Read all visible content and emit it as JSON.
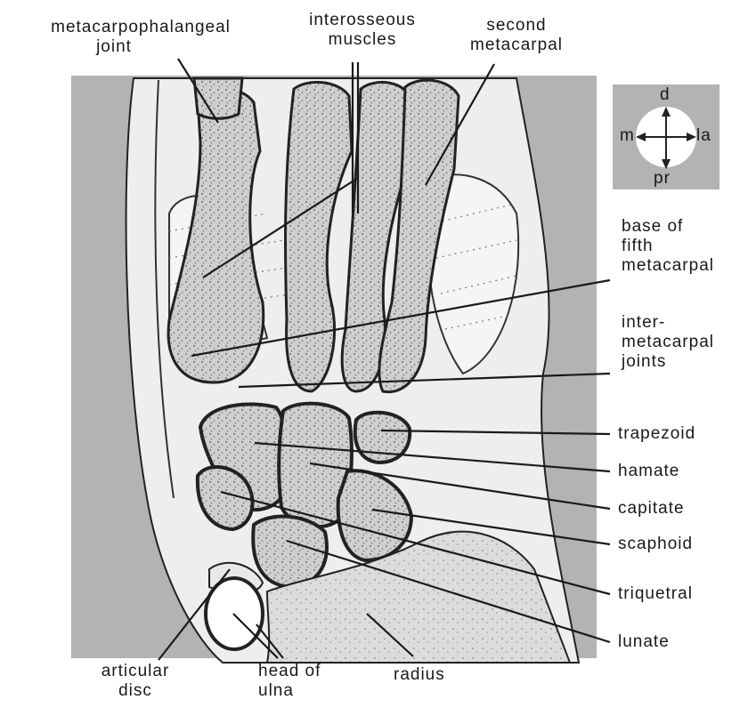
{
  "labels": {
    "mcp_joint_line1": "metacarpophalangeal",
    "mcp_joint_line2": "joint",
    "interosseous_line1": "interosseous",
    "interosseous_line2": "muscles",
    "second_mc_line1": "second",
    "second_mc_line2": "metacarpal",
    "base_fifth_line1": "base of",
    "base_fifth_line2": "fifth",
    "base_fifth_line3": "metacarpal",
    "intermc_line1": "inter-",
    "intermc_line2": "metacarpal",
    "intermc_line3": "joints",
    "trapezoid": "trapezoid",
    "hamate": "hamate",
    "capitate": "capitate",
    "scaphoid": "scaphoid",
    "triquetral": "triquetral",
    "lunate": "lunate",
    "articular_disc_line1": "articular",
    "articular_disc_line2": "disc",
    "head_ulna_line1": "head of",
    "head_ulna_line2": "ulna",
    "radius": "radius"
  },
  "compass": {
    "top": "d",
    "left": "m",
    "right": "la",
    "bottom": "pr"
  },
  "colors": {
    "background_field": "#b3b3b3",
    "bone_fill": "#cfcfcf",
    "bone_outline": "#2a2a2a",
    "soft_tissue": "#f2f2f2",
    "leader_line": "#1a1a1a"
  }
}
